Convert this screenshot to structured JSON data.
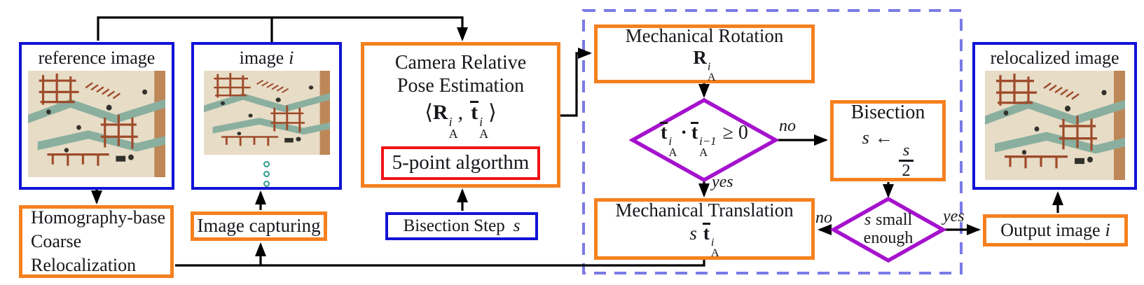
{
  "colors": {
    "blue": "#1212d6",
    "orange": "#f5801e",
    "red": "#ee1414",
    "purple": "#a512cd",
    "dashed": "#7a7ae6",
    "teal_dots": "#2f9e8f",
    "ink": "#17171c",
    "arrow": "#000000"
  },
  "nodes": {
    "reference_image": {
      "title": "reference image"
    },
    "image_i": {
      "title_text": "image",
      "title_var": "i"
    },
    "camera_pose": {
      "line1": "Camera Relative",
      "line2": "Pose Estimation",
      "math": {
        "open": "⟨",
        "r": "R",
        "r_sup": "i",
        "r_sub": "A",
        "comma": ",",
        "t": "t",
        "t_sup": "i",
        "t_sub": "A",
        "close": "⟩"
      },
      "inner_algorithm": "5-point algorthm"
    },
    "bisection_step": {
      "text": "Bisection Step",
      "var": "s"
    },
    "homography": {
      "line1": "Homography-base",
      "line2": "Coarse",
      "line3": "Relocalization"
    },
    "image_capturing": {
      "text": "Image capturing"
    },
    "mechanical_rotation": {
      "title": "Mechanical Rotation",
      "math": {
        "r": "R",
        "sup": "i",
        "sub": "A"
      }
    },
    "translation_check": {
      "t": "t",
      "sup_a": "i",
      "sub": "A",
      "dot": "·",
      "sup_b": "i−1",
      "tail": "≥ 0"
    },
    "bisection": {
      "title": "Bisection",
      "var": "s",
      "assign": "←",
      "num": "s",
      "den": "2"
    },
    "mechanical_translation": {
      "title": "Mechanical Translation",
      "coeff": "s",
      "t": "t",
      "sup": "i",
      "sub": "A"
    },
    "step_check": {
      "var": "s",
      "line1_rest": "small",
      "line2": "enough"
    },
    "output_image": {
      "text": "Output image",
      "var": "i"
    },
    "relocalized_image": {
      "title": "relocalized image"
    }
  },
  "edge_labels": {
    "rotation_check_no": "no",
    "rotation_check_yes": "yes",
    "step_check_no": "no",
    "step_check_yes": "yes"
  }
}
